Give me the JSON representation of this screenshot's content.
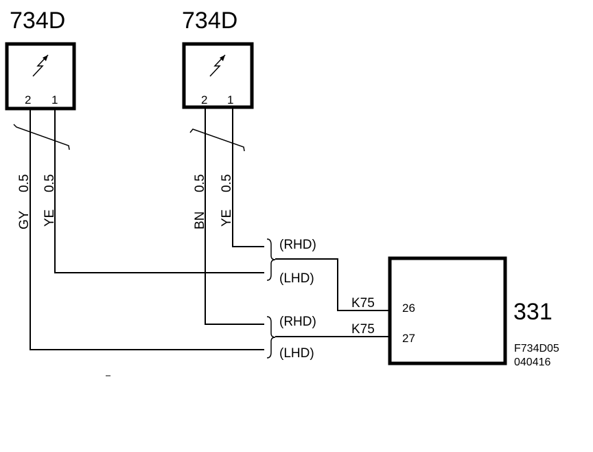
{
  "connectors": [
    {
      "title": "734D",
      "pins": [
        "2",
        "1"
      ]
    },
    {
      "title": "734D",
      "pins": [
        "2",
        "1"
      ]
    }
  ],
  "wires": [
    {
      "color": "GY",
      "size": "0.5"
    },
    {
      "color": "YE",
      "size": "0.5"
    },
    {
      "color": "BN",
      "size": "0.5"
    },
    {
      "color": "YE",
      "size": "0.5"
    }
  ],
  "variants": [
    "(RHD)",
    "(LHD)",
    "(RHD)",
    "(LHD)"
  ],
  "circuit_labels": [
    "K75",
    "K75"
  ],
  "module": {
    "title": "331",
    "pins": [
      "26",
      "27"
    ]
  },
  "figure_ref": {
    "code": "F734D05",
    "date": "040416"
  },
  "icons": [
    "sensor-arrow-icon",
    "sensor-arrow-icon"
  ]
}
